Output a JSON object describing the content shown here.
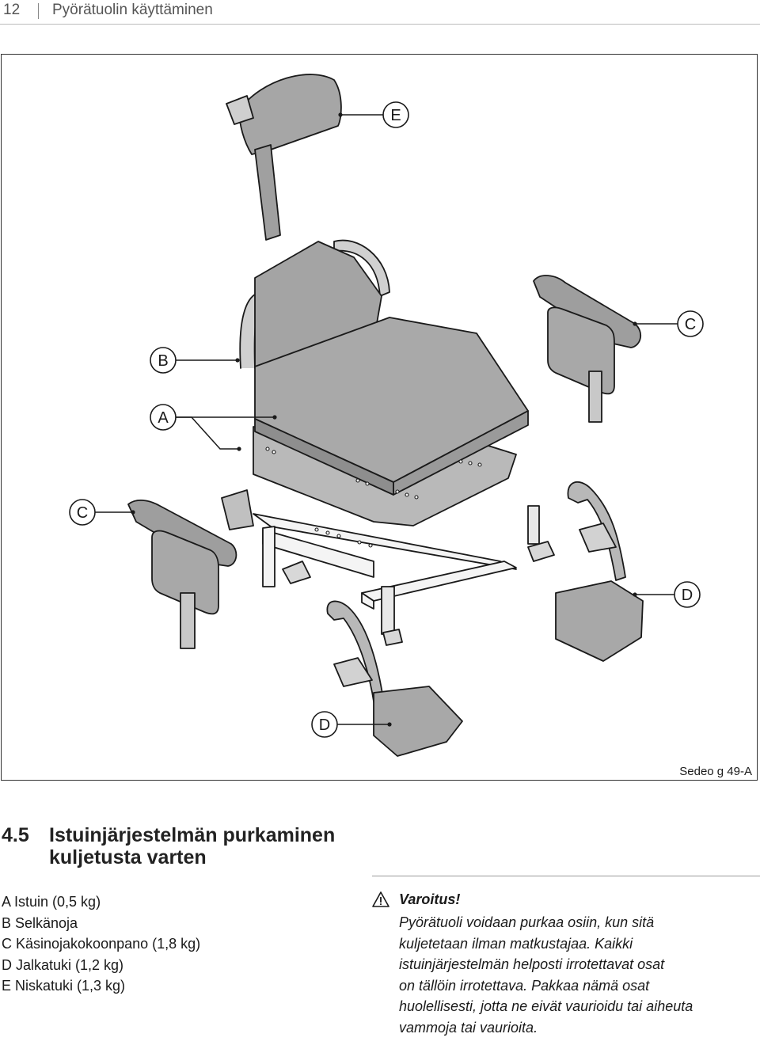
{
  "header": {
    "page_number": "12",
    "title": "Pyörätuolin käyttäminen"
  },
  "figure": {
    "callouts": {
      "E": "E",
      "C_right": "C",
      "B": "B",
      "A": "A",
      "C_left": "C",
      "D_right": "D",
      "D_bottom": "D"
    },
    "caption": "Sedeo g 49-A"
  },
  "section": {
    "number": "4.5",
    "title_line1": "Istuinjärjestelmän purkaminen",
    "title_line2": "kuljetusta varten"
  },
  "parts": [
    "A Istuin (0,5 kg)",
    "B Selkänoja",
    "C Käsinojakokoonpano (1,8 kg)",
    "D Jalkatuki (1,2 kg)",
    "E Niskatuki (1,3 kg)"
  ],
  "warning": {
    "icon": "warning-triangle-icon",
    "title": "Varoitus!",
    "lines": "Pyörätuoli voidaan purkaa osiin, kun sitä\nkuljetetaan ilman matkustajaa. Kaikki\nistuinjärjestelmän helposti irrotettavat osat\non tällöin irrotettava. Pakkaa nämä osat\nhuolellisesti, jotta ne eivät vaurioidu tai aiheuta\nvammoja tai vaurioita."
  }
}
